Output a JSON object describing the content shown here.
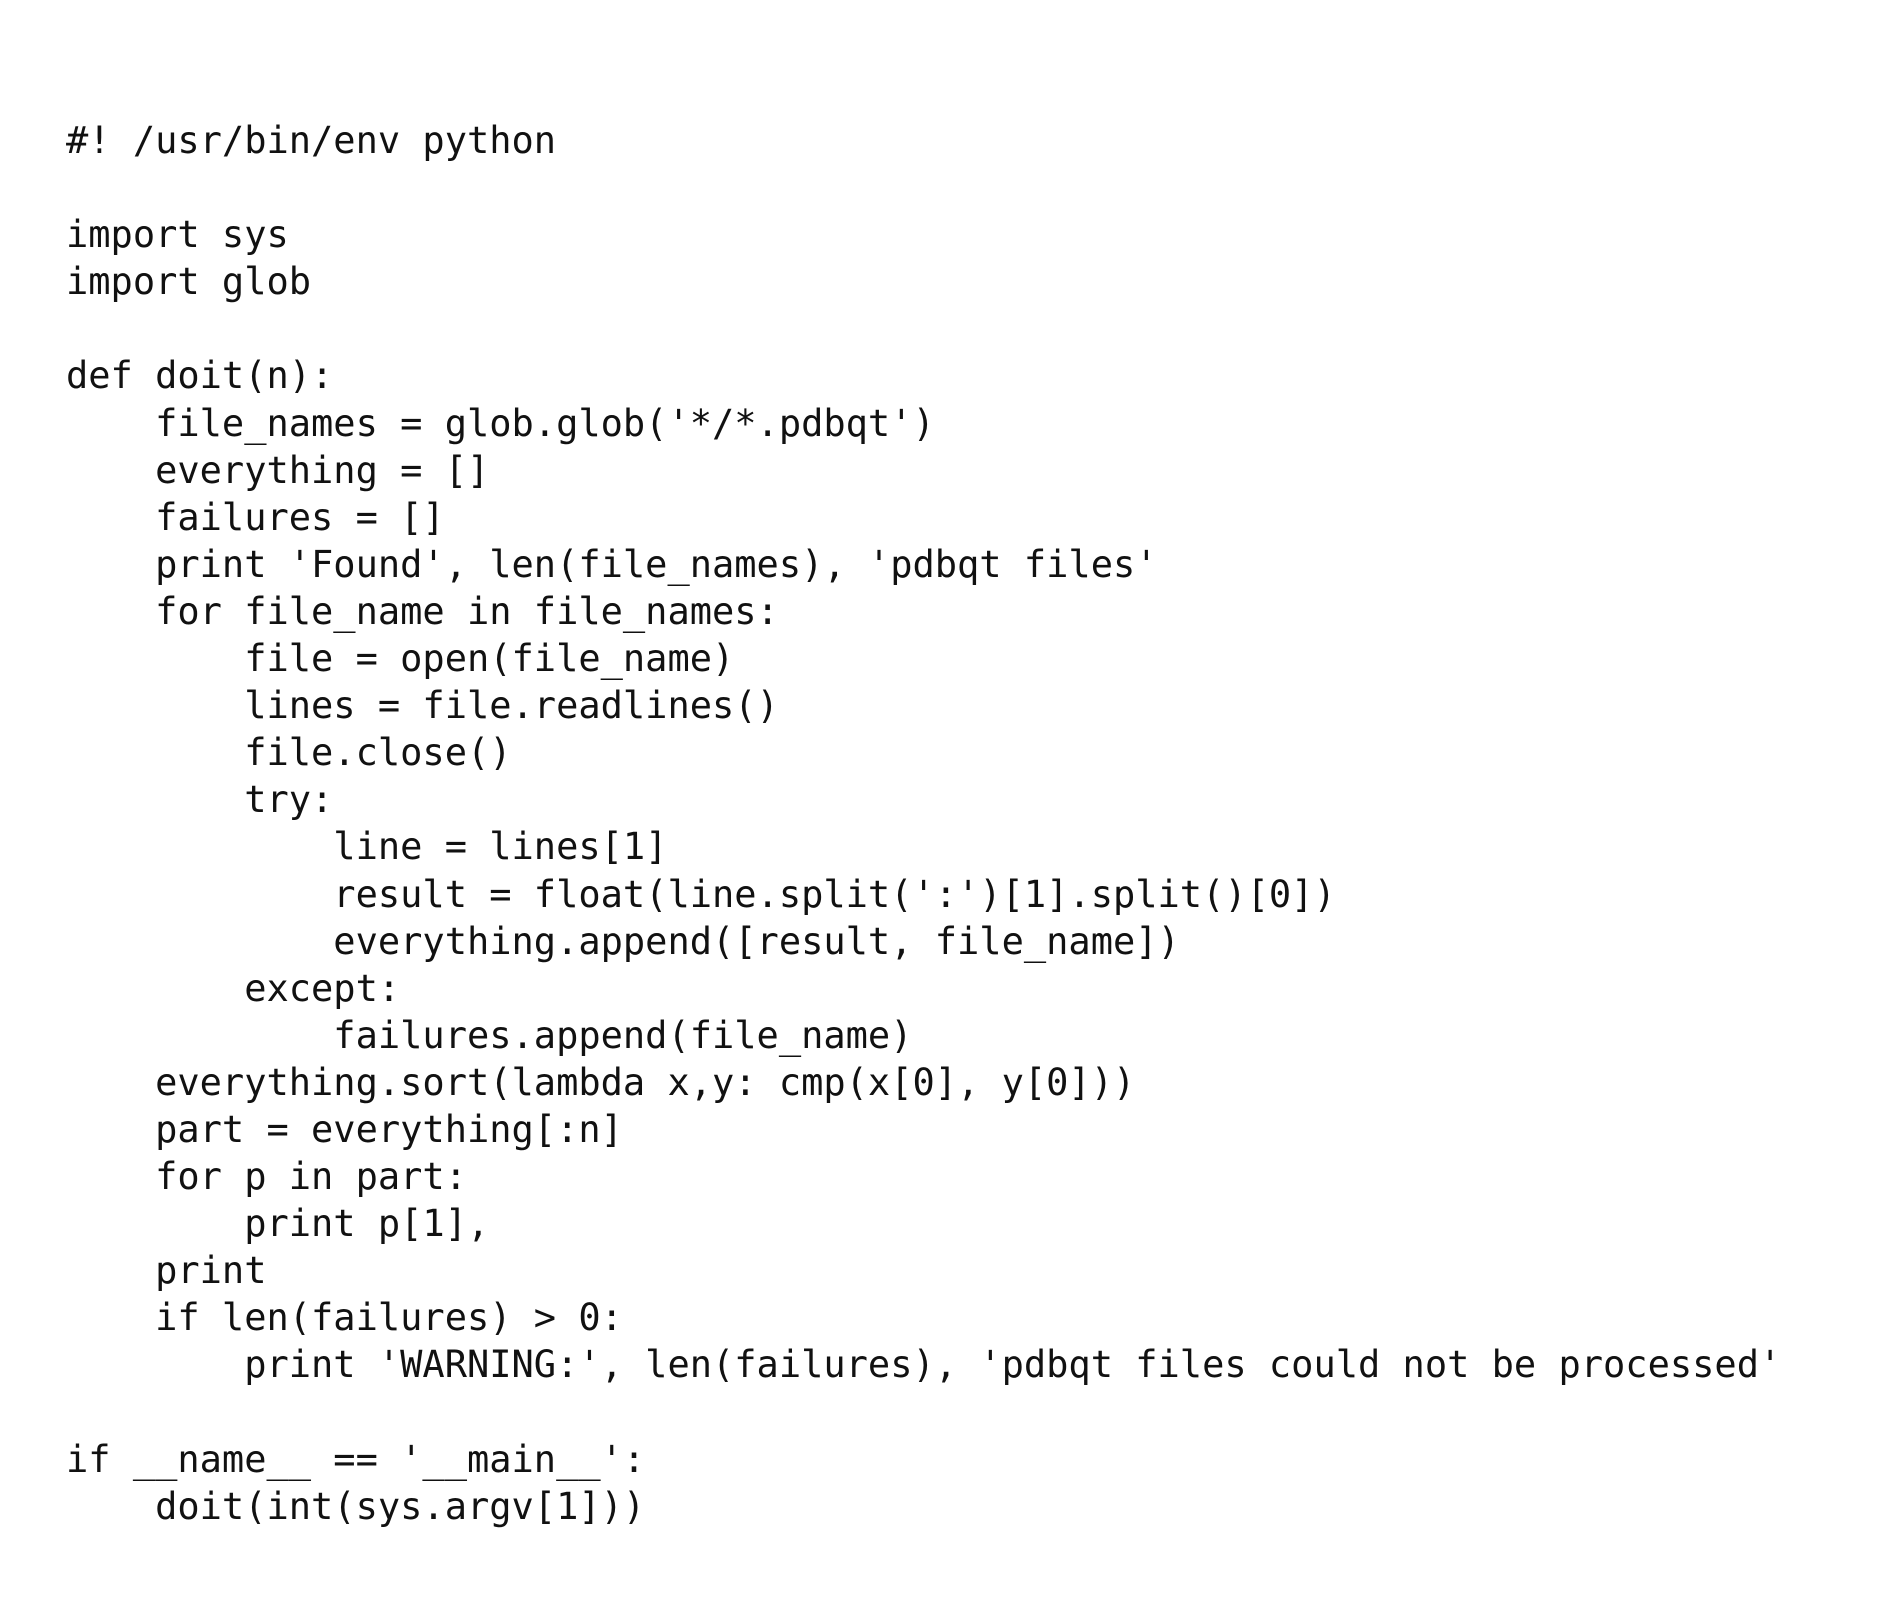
{
  "code": {
    "language": "python",
    "lines": [
      "#! /usr/bin/env python",
      "",
      "import sys",
      "import glob",
      "",
      "def doit(n):",
      "    file_names = glob.glob('*/*.pdbqt')",
      "    everything = []",
      "    failures = []",
      "    print 'Found', len(file_names), 'pdbqt files'",
      "    for file_name in file_names:",
      "        file = open(file_name)",
      "        lines = file.readlines()",
      "        file.close()",
      "        try:",
      "            line = lines[1]",
      "            result = float(line.split(':')[1].split()[0])",
      "            everything.append([result, file_name])",
      "        except:",
      "            failures.append(file_name)",
      "    everything.sort(lambda x,y: cmp(x[0], y[0]))",
      "    part = everything[:n]",
      "    for p in part:",
      "        print p[1],",
      "    print",
      "    if len(failures) > 0:",
      "        print 'WARNING:', len(failures), 'pdbqt files could not be processed'",
      "",
      "if __name__ == '__main__':",
      "    doit(int(sys.argv[1]))"
    ]
  }
}
